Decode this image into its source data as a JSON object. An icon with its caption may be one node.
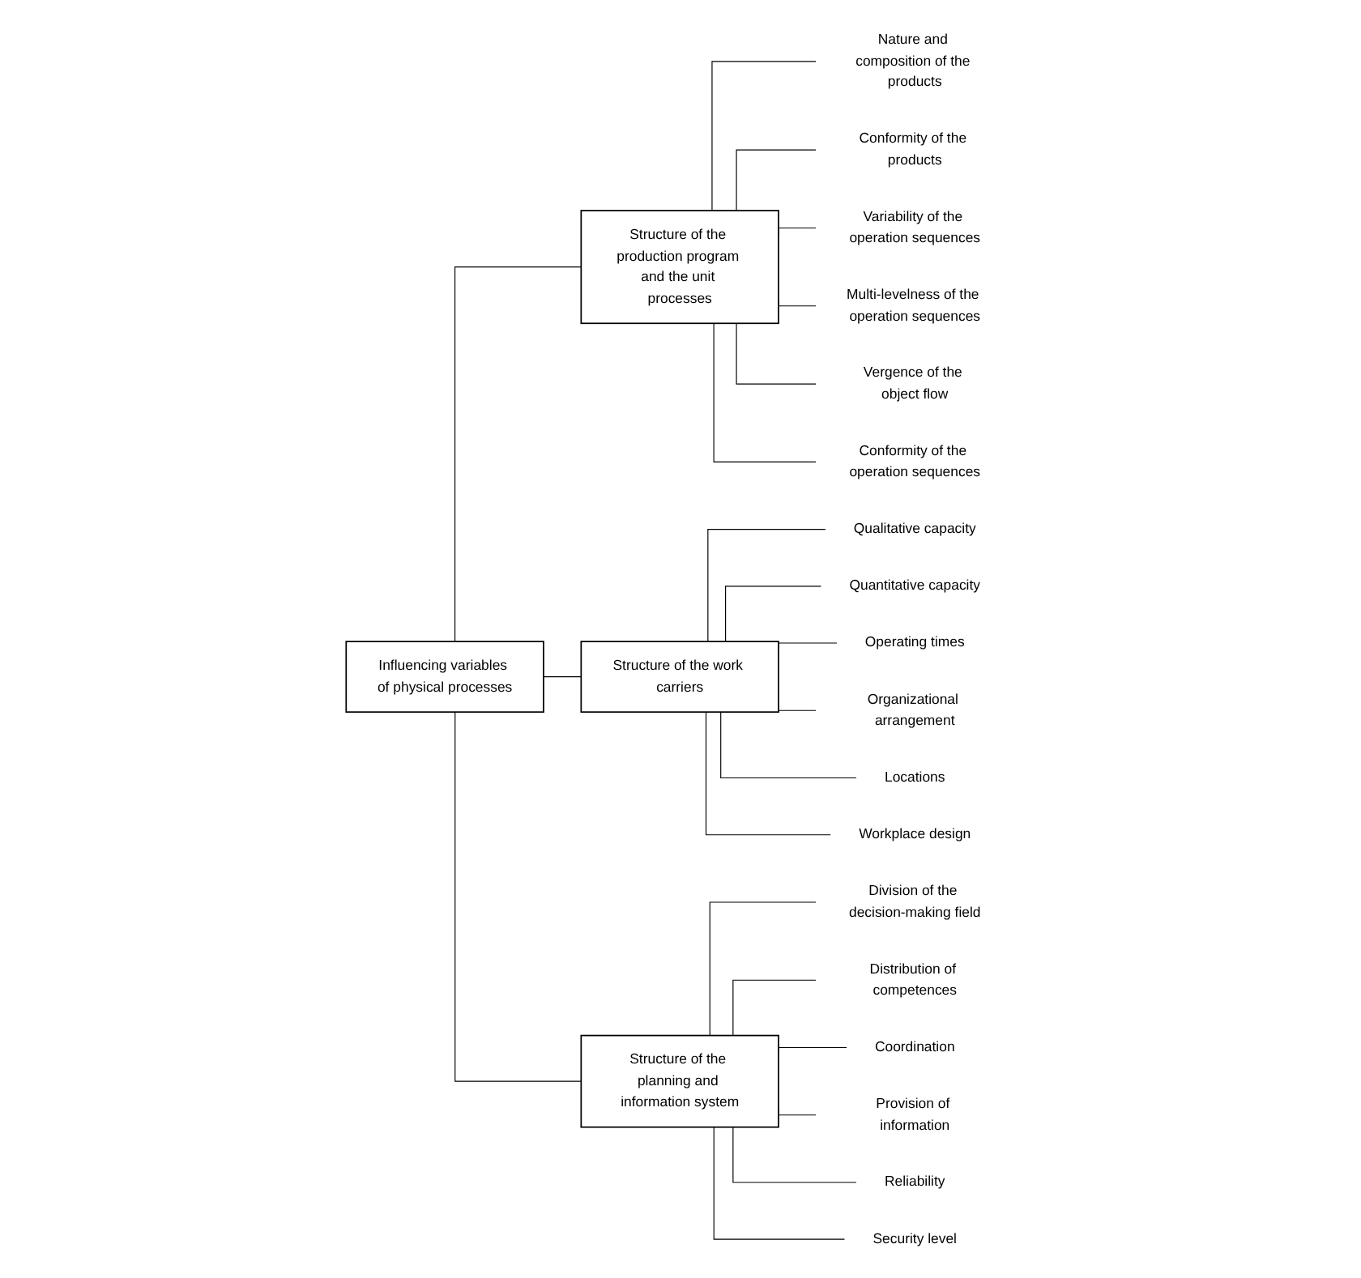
{
  "diagram": {
    "nodes": [
      {
        "text": [
          "Influencing variables of physical processes"
        ]
      },
      {
        "text": [
          "Structure of the production program and the unit processes"
        ]
      },
      {
        "text": [
          "Nature and composition of the products"
        ]
      },
      {
        "text": [
          "Conformity of the products"
        ]
      },
      {
        "text": [
          "Variability of the operation sequences"
        ]
      },
      {
        "text": [
          "Multi-levelness of the operation sequences"
        ]
      },
      {
        "text": [
          "Vergence of the object flow"
        ]
      },
      {
        "text": [
          "Conformity of the operation sequences"
        ]
      },
      {
        "text": [
          "Structure of the work carriers"
        ]
      },
      {
        "text": [
          "Qualitative capacity"
        ]
      },
      {
        "text": [
          "Quantitative capacity"
        ]
      },
      {
        "text": [
          "Operating times"
        ]
      },
      {
        "text": [
          "Organizational arrangement"
        ]
      },
      {
        "text": [
          "Locations"
        ]
      },
      {
        "text": [
          "Workplace design"
        ]
      },
      {
        "text": [
          "Structure of the planning and information system"
        ]
      },
      {
        "text": [
          "Division of the decision-making field"
        ]
      },
      {
        "text": [
          "Distribution of competences"
        ]
      },
      {
        "text": [
          "Coordination"
        ]
      },
      {
        "text": [
          "Provision of information"
        ]
      },
      {
        "text": [
          "Reliability"
        ]
      },
      {
        "text": [
          "Security level"
        ]
      }
    ],
    "edges": [
      {
        "from": 0,
        "to": 1,
        "arrow": "none"
      },
      {
        "from": 1,
        "to": 2,
        "arrow": "none"
      },
      {
        "from": 1,
        "to": 3,
        "arrow": "none"
      },
      {
        "from": 1,
        "to": 4,
        "arrow": "none"
      },
      {
        "from": 1,
        "to": 5,
        "arrow": "none"
      },
      {
        "from": 1,
        "to": 6,
        "arrow": "none"
      },
      {
        "from": 1,
        "to": 7,
        "arrow": "none"
      },
      {
        "from": 0,
        "to": 8,
        "arrow": "none"
      },
      {
        "from": 8,
        "to": 9,
        "arrow": "none"
      },
      {
        "from": 8,
        "to": 10,
        "arrow": "none"
      },
      {
        "from": 8,
        "to": 11,
        "arrow": "none"
      },
      {
        "from": 8,
        "to": 12,
        "arrow": "none"
      },
      {
        "from": 8,
        "to": 13,
        "arrow": "none"
      },
      {
        "from": 8,
        "to": 14,
        "arrow": "none"
      },
      {
        "from": 0,
        "to": 15,
        "arrow": "none"
      },
      {
        "from": 15,
        "to": 16,
        "arrow": "none"
      },
      {
        "from": 15,
        "to": 17,
        "arrow": "none"
      },
      {
        "from": 15,
        "to": 18,
        "arrow": "none"
      },
      {
        "from": 15,
        "to": 19,
        "arrow": "none"
      },
      {
        "from": 15,
        "to": 20,
        "arrow": "none"
      },
      {
        "from": 15,
        "to": 21,
        "arrow": "none"
      }
    ]
  }
}
